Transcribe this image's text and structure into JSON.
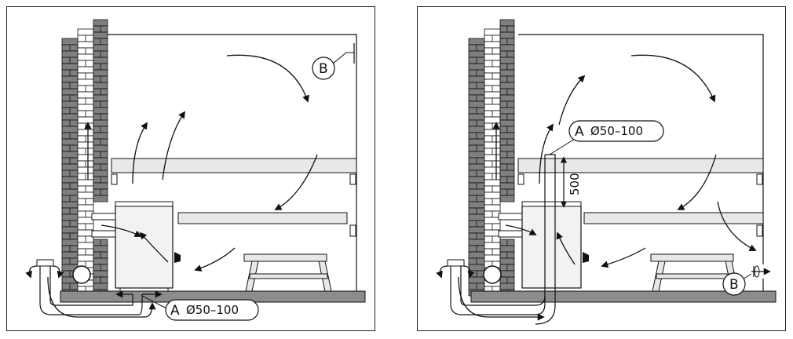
{
  "left_panel": {
    "label_a_letter": "A",
    "label_a_text": "Ø50–100",
    "label_b_letter": "B"
  },
  "right_panel": {
    "label_a_letter": "A",
    "label_a_text": "Ø50–100",
    "label_b_letter": "B",
    "dimension_text": "500"
  },
  "colors": {
    "brick_dark": "#7f7f7f",
    "brick_light": "#ffffff",
    "bench": "#e8e8e8",
    "floor": "#8c8c8c",
    "stove": "#f2f2f2",
    "line": "#111111"
  }
}
